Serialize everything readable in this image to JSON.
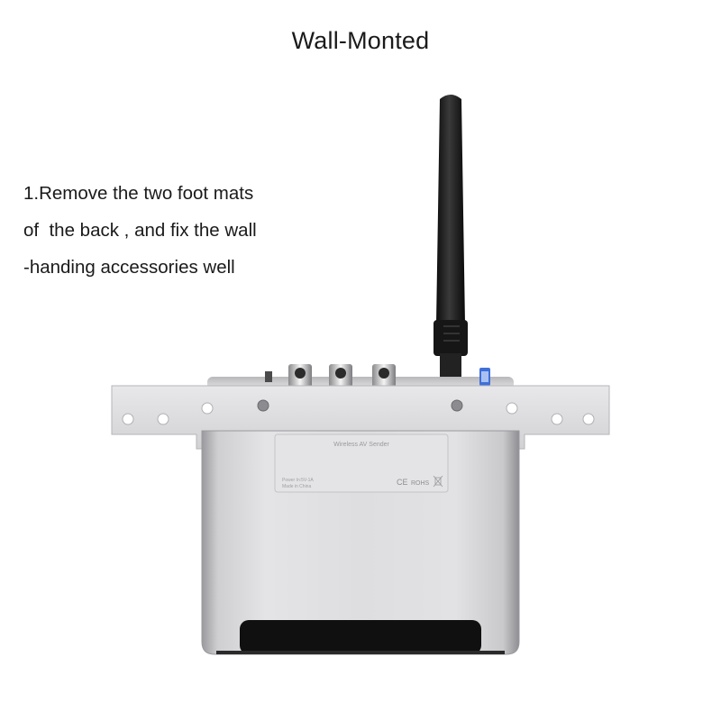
{
  "page": {
    "title": "Wall-Monted",
    "instructions": [
      "1.Remove the two foot mats",
      "of  the back , and fix the wall",
      "-handing accessories well"
    ]
  },
  "device": {
    "label_title": "Wireless AV Sender",
    "label_power": "Power In:5V-1A",
    "label_made": "Made in China",
    "cert_ce": "CE",
    "cert_rohs": "ROHS"
  },
  "colors": {
    "body_silver": "#d9d9db",
    "bracket": "#dcdcde",
    "antenna": "#1c1c1c"
  }
}
